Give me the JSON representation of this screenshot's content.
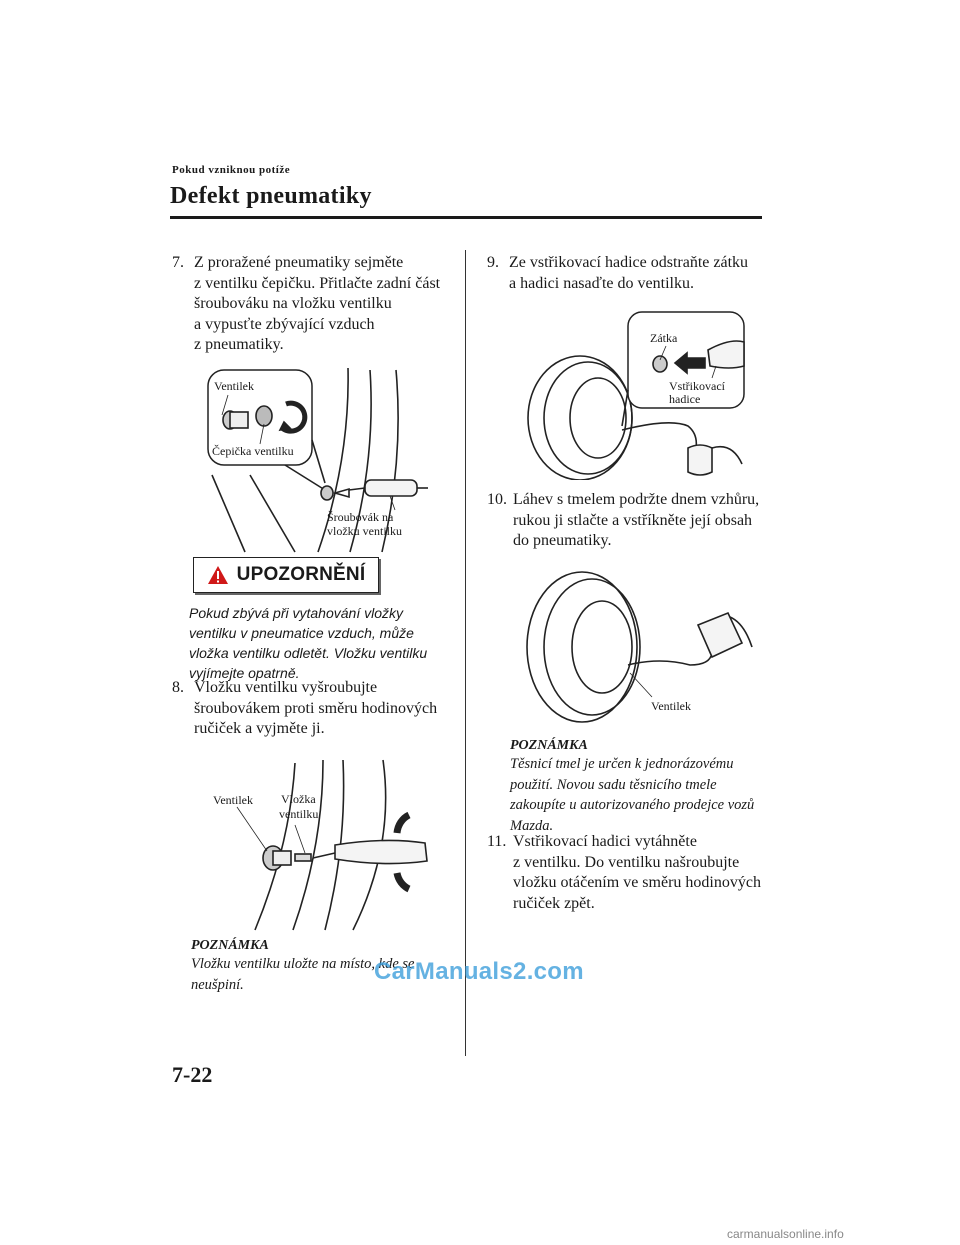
{
  "header": {
    "section": "Pokud vzniknou potíže",
    "chapter": "Defekt pneumatiky"
  },
  "steps": [
    {
      "num": "7.",
      "text": "Z proražené pneumatiky sejměte\nz ventilku čepičku. Přitlačte zadní část\nšroubováku na vložku ventilku\na vypusťte zbývající vzduch\nz pneumatiky."
    },
    {
      "num": "8.",
      "text": "Vložku ventilku vyšroubujte\nšroubovákem proti směru hodinových\nručiček a vyjměte ji."
    },
    {
      "num": "9.",
      "text": "Ze vstřikovací hadice odstraňte zátku\na hadici nasaďte do ventilku."
    },
    {
      "num": "10.",
      "text": "Láhev s tmelem podržte dnem vzhůru,\nrukou ji stlačte a vstříkněte její obsah\ndo pneumatiky."
    },
    {
      "num": "11.",
      "text": "Vstřikovací hadici vytáhněte\nz ventilku. Do ventilku našroubujte\nvložku otáčením ve směru hodinových\nručiček zpět."
    }
  ],
  "figures": {
    "fig1": {
      "valve": "Ventilek",
      "cap": "Čepička ventilku",
      "screwdriver_1": "Šroubovák na",
      "screwdriver_2": "vložku ventilku"
    },
    "fig2": {
      "valve": "Ventilek",
      "core_1": "Vložka",
      "core_2": "ventilku"
    },
    "fig3": {
      "plug": "Zátka",
      "hose_1": "Vstřikovací",
      "hose_2": "hadice"
    },
    "fig4": {
      "valve": "Ventilek"
    }
  },
  "warning": {
    "title": "UPOZORNĚNÍ",
    "text": "Pokud zbývá při vytahování vložky ventilku v pneumatice vzduch, může vložka ventilku odletět. Vložku ventilku vyjímejte opatrně."
  },
  "notes": [
    {
      "title": "POZNÁMKA",
      "text": "Vložku ventilku uložte na místo, kde se neušpiní."
    },
    {
      "title": "POZNÁMKA",
      "text": "Těsnicí tmel je určen k jednorázovému použití. Novou sadu těsnicího tmele zakoupíte u autorizovaného prodejce vozů Mazda."
    }
  ],
  "page_number": "7-22",
  "watermarks": {
    "main": "CarManuals2.com",
    "footer": "carmanualsonline.info"
  }
}
